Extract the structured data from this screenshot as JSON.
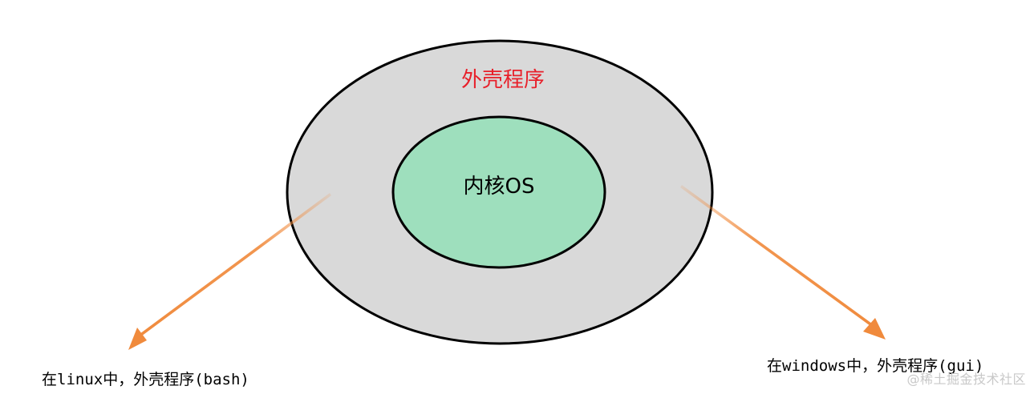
{
  "diagram": {
    "outer_label": "外壳程序",
    "inner_label": "内核OS",
    "left_caption": "在linux中，外壳程序(bash)",
    "right_caption": "在windows中，外壳程序(gui)",
    "watermark": "@稀土掘金技术社区"
  },
  "colors": {
    "outer_fill": "#d9d9d9",
    "inner_fill": "#9edfbd",
    "stroke": "#000000",
    "outer_label": "#e8202a",
    "arrow": "#f08a3c",
    "watermark": "#c8c8c8"
  }
}
